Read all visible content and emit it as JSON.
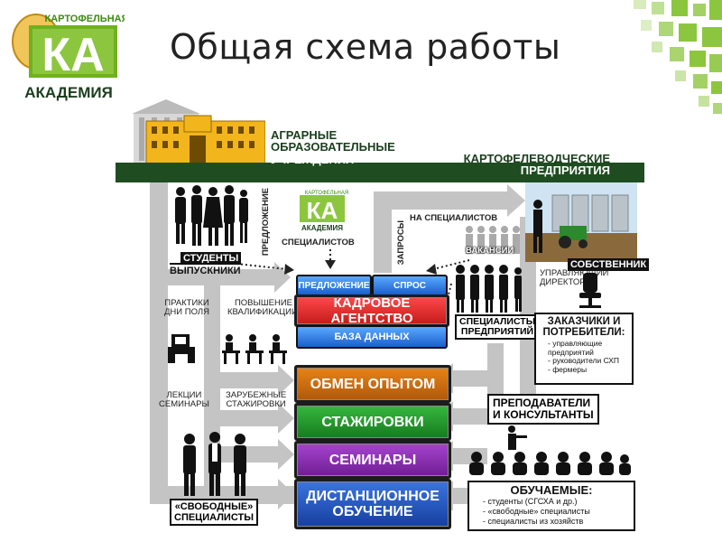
{
  "slide": {
    "title": "Общая схема работы"
  },
  "logo": {
    "top": "КАРТОФЕЛЬНАЯ",
    "letters": "КА",
    "bottom": "АКАДЕМИЯ"
  },
  "mini_logo": {
    "top": "КАРТОФЕЛЬНАЯ",
    "letters": "КА",
    "bottom": "АКАДЕМИЯ"
  },
  "banner": {
    "left_l1": "АГРАРНЫЕ",
    "left_l2": "ОБРАЗОВАТЕЛЬНЫЕ",
    "left_l3": "УЧРЕЖДЕНИЯ",
    "right_l1": "КАРТОФЕЛЕВОДЧЕСКИЕ",
    "right_l2": "ПРЕДПРИЯТИЯ"
  },
  "labels": {
    "offer_vert": "ПРЕДЛОЖЕНИЕ",
    "specialists": "СПЕЦИАЛИСТОВ",
    "requests_vert": "ЗАПРОСЫ",
    "for_specialists": "НА СПЕЦИАЛИСТОВ",
    "vacancies": "ВАКАНСИИ",
    "practice_l1": "ПРАКТИКИ",
    "practice_l2": "ДНИ ПОЛЯ",
    "qual_l1": "ПОВЫШЕНИЕ",
    "qual_l2": "КВАЛИФИКАЦИИ",
    "lect_l1": "ЛЕКЦИИ",
    "lect_l2": "СЕМИНАРЫ",
    "foreign_l1": "ЗАРУБЕЖНЫЕ",
    "foreign_l2": "СТАЖИРОВКИ",
    "manager_l1": "УПРАВЛЯЮЩИЙ",
    "manager_l2": "ДИРЕКТОР"
  },
  "boxes": {
    "students_l1": "СТУДЕНТЫ",
    "students_l2": "ВЫПУСКНИКИ",
    "owner": "СОБСТВЕННИК",
    "ent_spec_l1": "СПЕЦИАЛИСТЫ",
    "ent_spec_l2": "ПРЕДПРИЯТИЙ",
    "free_l1": "«СВОБОДНЫЕ»",
    "free_l2": "СПЕЦИАЛИСТЫ"
  },
  "agency": {
    "offer": "ПРЕДЛОЖЕНИЕ",
    "demand": "СПРОС",
    "title": "КАДРОВОЕ АГЕНТСТВО",
    "database": "БАЗА ДАННЫХ"
  },
  "main_blocks": {
    "exchange": "ОБМЕН ОПЫТОМ",
    "internships": "СТАЖИРОВКИ",
    "seminars": "СЕМИНАРЫ",
    "distance_l1": "ДИСТАНЦИОННОЕ",
    "distance_l2": "ОБУЧЕНИЕ"
  },
  "customers": {
    "title_l1": "ЗАКАЗЧИКИ и",
    "title_l2": "ПОТРЕБИТЕЛИ:",
    "items": [
      "- управляющие",
      "предприятий",
      "- руководители СХП",
      "- фермеры"
    ]
  },
  "teachers": {
    "l1": "ПРЕПОДАВАТЕЛИ",
    "l2": "и КОНСУЛЬТАНТЫ"
  },
  "learners": {
    "title": "ОБУЧАЕМЫЕ:",
    "items": [
      "- студенты (СГСХА и др.)",
      "- «свободные» специалисты",
      "- специалисты из хозяйств"
    ]
  },
  "colors": {
    "banner": "#1f4d21",
    "agency_red": "#d8262c",
    "exchange_orange": "#cc6a0a",
    "internship_green": "#1f9a2a",
    "seminar_purple": "#8a2bb0",
    "distance_blue": "#1b4fbf",
    "arrow_gray": "#c4c4c4"
  }
}
